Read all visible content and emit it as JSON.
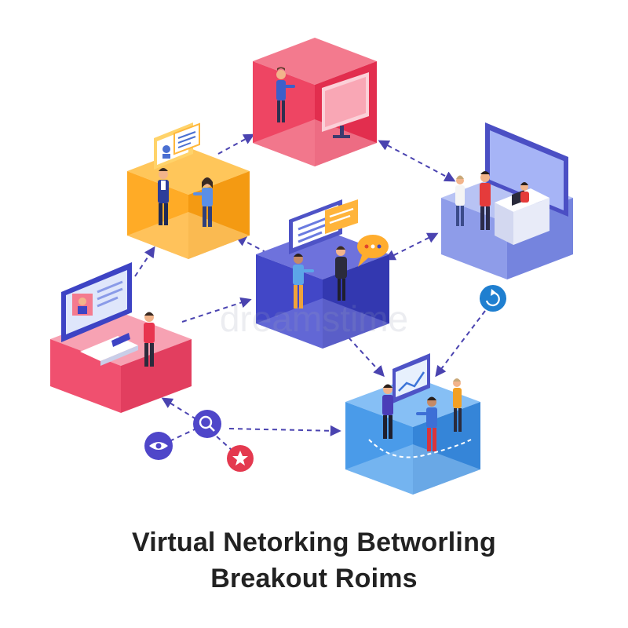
{
  "title": {
    "line1": "Virtual Netorking Betworling",
    "line2": "Breakout Roims"
  },
  "watermark": "dreamstime",
  "colors": {
    "red": "#f04a68",
    "orange": "#ffa62b",
    "indigo": "#3d43c4",
    "periwinkle": "#7c8ee8",
    "pink": "#f25b78",
    "blue": "#3e8fe6",
    "arrow": "#4a43b0",
    "icon_blue": "#1f7fd0",
    "icon_indigo": "#4f46c9",
    "icon_red": "#e4394f"
  },
  "rooms": [
    {
      "id": "top-red-room",
      "color": "red",
      "contents": [
        "person",
        "monitor"
      ]
    },
    {
      "id": "orange-room",
      "color": "orange",
      "contents": [
        "person",
        "person",
        "profile-card"
      ]
    },
    {
      "id": "center-room",
      "color": "indigo",
      "contents": [
        "person",
        "person",
        "presentation-board",
        "chat-bubble"
      ]
    },
    {
      "id": "right-room",
      "color": "periwinkle",
      "contents": [
        "person",
        "person",
        "large-screen",
        "desk"
      ]
    },
    {
      "id": "left-room",
      "color": "pink",
      "contents": [
        "person",
        "monitor",
        "laptop"
      ]
    },
    {
      "id": "bottom-room",
      "color": "blue",
      "contents": [
        "person",
        "person",
        "person",
        "chart-board"
      ]
    }
  ],
  "icons": [
    {
      "name": "refresh-icon",
      "color": "icon_blue"
    },
    {
      "name": "search-icon",
      "color": "icon_indigo"
    },
    {
      "name": "eye-icon",
      "color": "icon_indigo"
    },
    {
      "name": "star-icon",
      "color": "icon_red"
    }
  ]
}
